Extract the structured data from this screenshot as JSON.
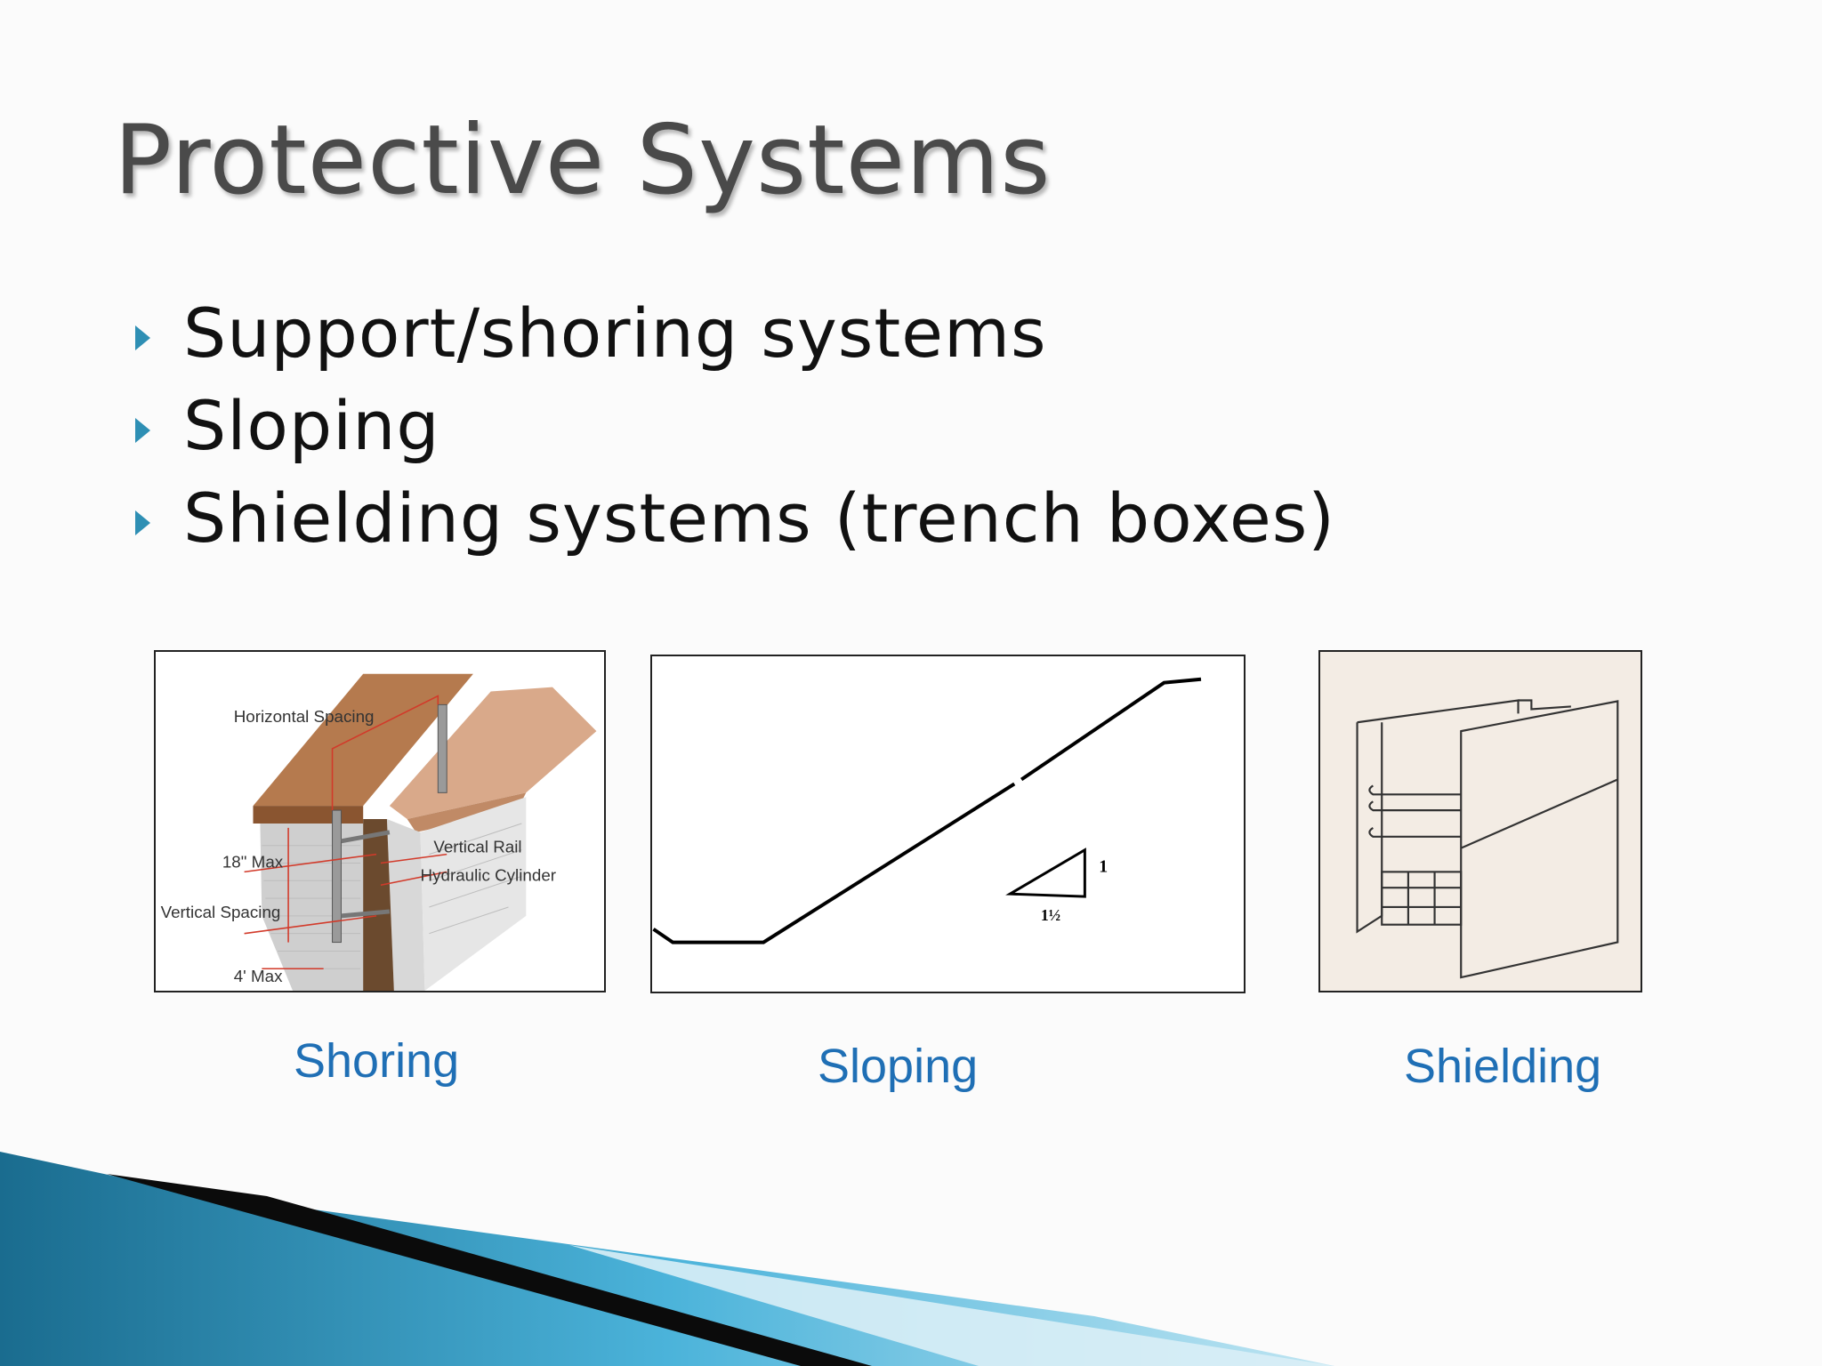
{
  "slide": {
    "title": "Protective Systems",
    "bullets": [
      {
        "text": "Support/shoring systems"
      },
      {
        "text": "Sloping"
      },
      {
        "text": "Shielding systems (trench boxes)"
      }
    ]
  },
  "figures": {
    "shoring": {
      "caption": "Shoring",
      "labels": {
        "horizontal_spacing": "Horizontal Spacing",
        "max_18": "18\" Max",
        "vertical_rail": "Vertical Rail",
        "hydraulic_cylinder": "Hydraulic Cylinder",
        "vertical_spacing": "Vertical Spacing",
        "max_4": "4' Max"
      }
    },
    "sloping": {
      "caption": "Sloping",
      "ratio_rise": "1",
      "ratio_run": "1½"
    },
    "shielding": {
      "caption": "Shielding"
    }
  },
  "colors": {
    "accent": "#2e8fb4",
    "caption": "#1f6fb5",
    "title": "#4a4a4a"
  },
  "icons": {
    "bullet": "triangle-right-icon"
  }
}
